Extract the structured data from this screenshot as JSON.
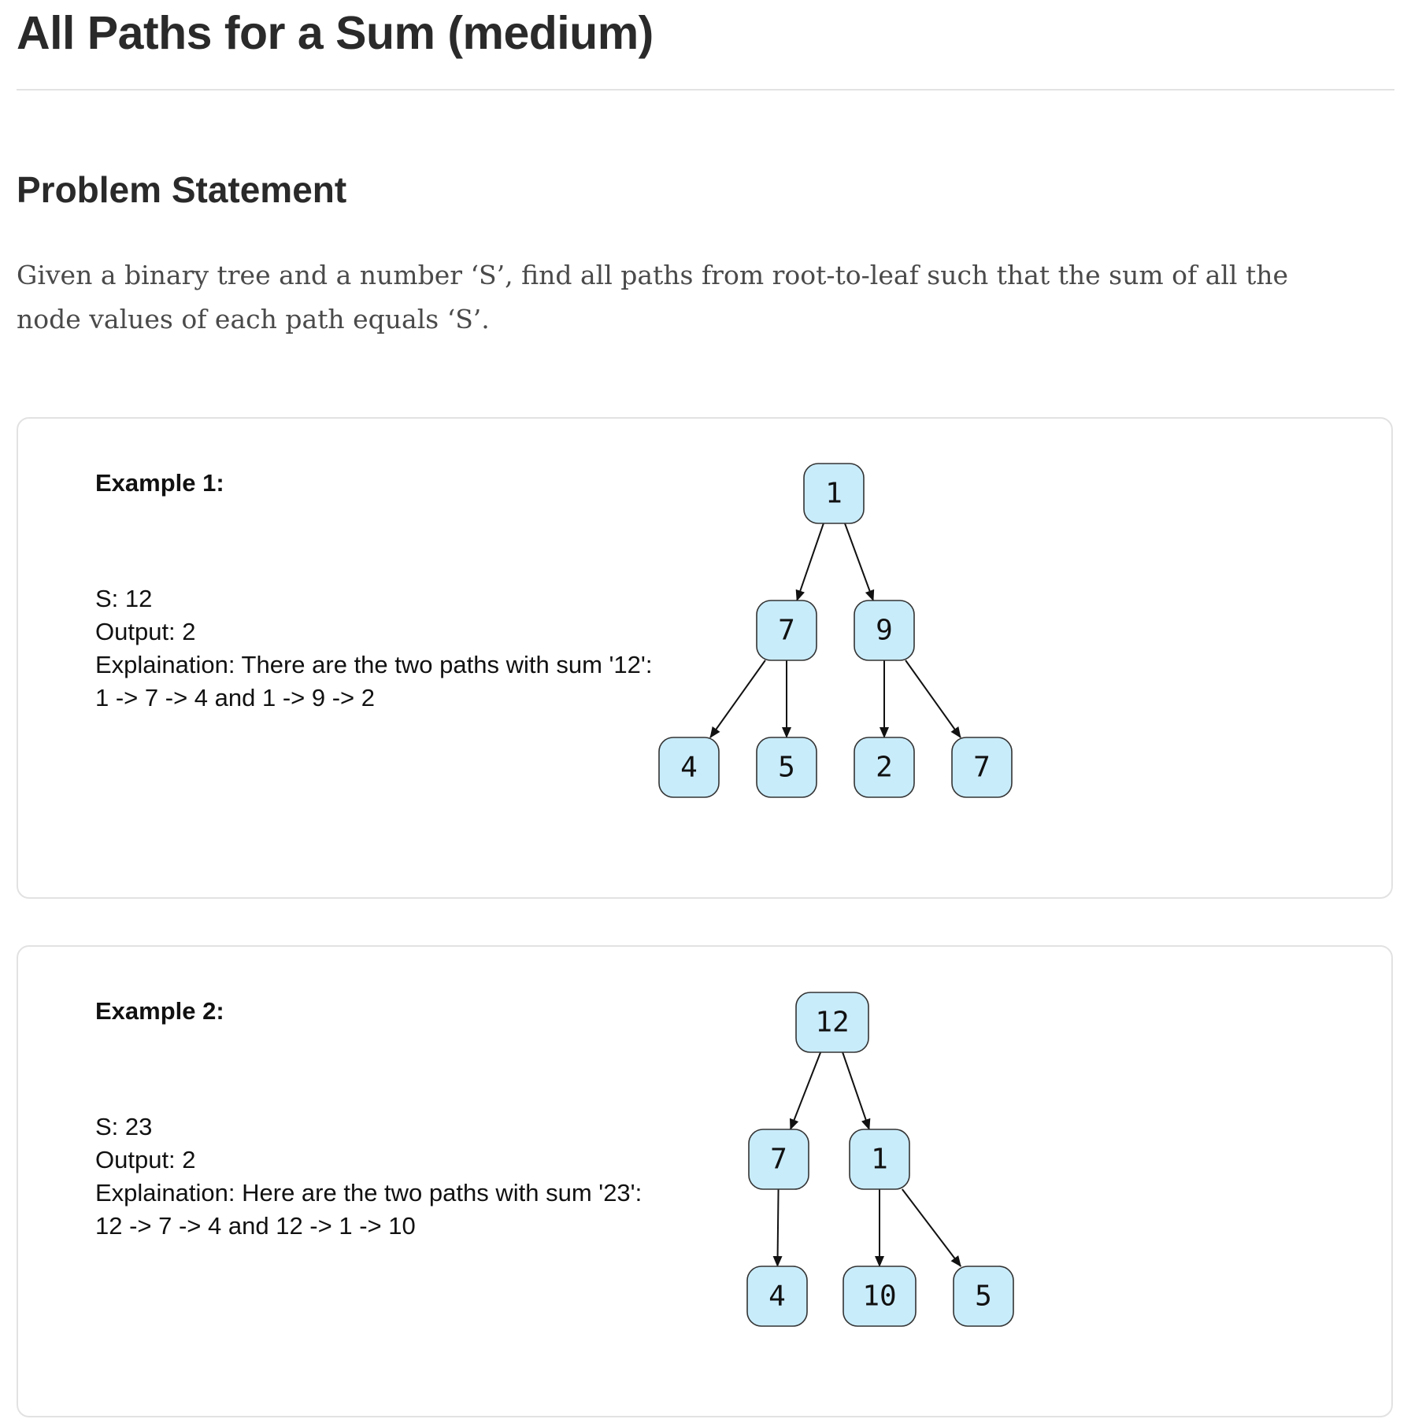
{
  "title": "All Paths for a Sum (medium)",
  "problem_heading": "Problem Statement",
  "problem_text": "Given a binary tree and a number ‘S’, find all paths from root-to-leaf such that the sum of all the node values of each path equals ‘S’.",
  "examples": [
    {
      "label": "Example 1:",
      "s_line": "S: 12",
      "output_line": "Output: 2",
      "explanation_line1": "Explaination: There are the two paths with sum '12':",
      "explanation_line2": "1 -> 7 -> 4 and 1 -> 9 -> 2",
      "tree_nodes": [
        "1",
        "7",
        "9",
        "4",
        "5",
        "2",
        "7"
      ],
      "tree_edges": [
        [
          0,
          1
        ],
        [
          0,
          2
        ],
        [
          1,
          3
        ],
        [
          1,
          4
        ],
        [
          2,
          5
        ],
        [
          2,
          6
        ]
      ]
    },
    {
      "label": "Example 2:",
      "s_line": "S: 23",
      "output_line": "Output: 2",
      "explanation_line1": "Explaination: Here are the two paths with sum '23':",
      "explanation_line2": "12 -> 7 -> 4 and 12 -> 1 -> 10",
      "tree_nodes": [
        "12",
        "7",
        "1",
        "4",
        "10",
        "5"
      ],
      "tree_edges": [
        [
          0,
          1
        ],
        [
          0,
          2
        ],
        [
          1,
          3
        ],
        [
          2,
          4
        ],
        [
          2,
          5
        ]
      ]
    }
  ]
}
